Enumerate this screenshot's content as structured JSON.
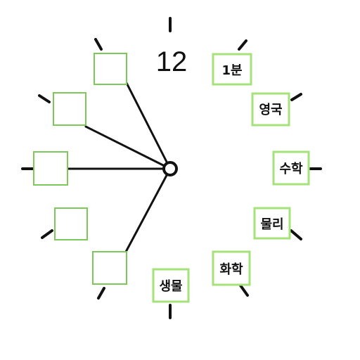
{
  "dial": {
    "top_label": "12",
    "colors": {
      "line": "#111111",
      "box_border": "#7cc85a",
      "filled_box_border": "#a6e27a",
      "background": "#ffffff"
    }
  },
  "right_labels": [
    "1분",
    "영국",
    "수학",
    "물리",
    "화학",
    "생물"
  ],
  "left_slots_count": 5
}
